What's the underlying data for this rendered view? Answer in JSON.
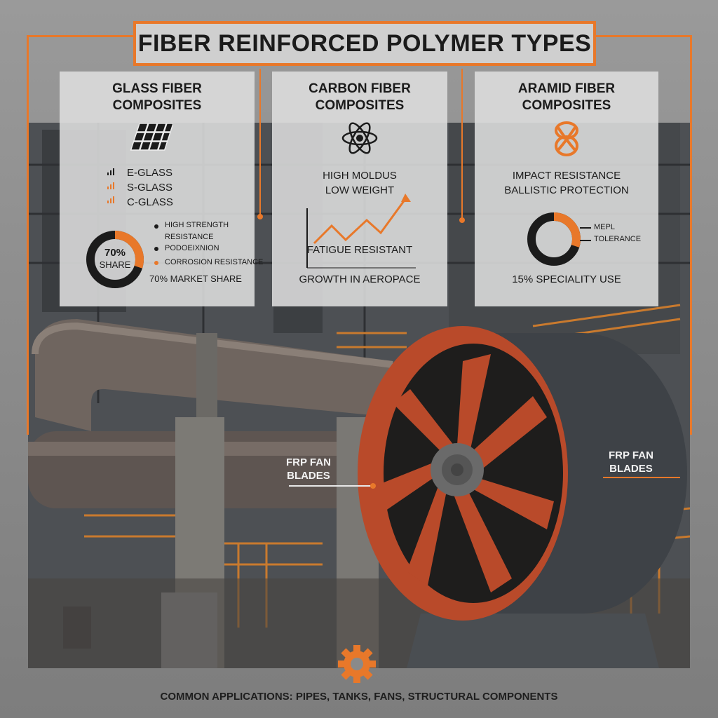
{
  "title": "FIBER REINFORCED POLYMER TYPES",
  "panels": {
    "glass": {
      "title_line1": "GLASS FIBER",
      "title_line2": "COMPOSITES",
      "types": [
        "E-GLASS",
        "S-GLASS",
        "C-GLASS"
      ],
      "donut_value": "70%",
      "donut_label": "SHARE",
      "donut_fraction": 0.7,
      "bullets": [
        "HIGH STRENGTH",
        "RESISTANCE",
        "PODOEIXNION",
        "CORROSION RESISTANCE"
      ],
      "footnote": "70% MARKET SHARE",
      "icon": "grid-mesh-icon"
    },
    "carbon": {
      "title_line1": "CARBON FIBER",
      "title_line2": "COMPOSITES",
      "line1": "HIGH MOLDUS",
      "line2": "LOW WEIGHT",
      "chart_caption": "FATIGUE RESISTANT",
      "footnote": "GROWTH IN AEROPACE",
      "icon": "atom-icon"
    },
    "aramid": {
      "title_line1": "ARAMID FIBER",
      "title_line2": "COMPOSITES",
      "line1": "IMPACT RESISTANCE",
      "line2": "BALLISTIC PROTECTION",
      "donut_label1": "MEPL",
      "donut_label2": "TOLERANCE",
      "donut_fraction": 0.15,
      "footnote": "15% SPECIALITY USE",
      "icon": "weave-knot-icon"
    }
  },
  "callouts": {
    "left": [
      "FRP FAN",
      "BLADES"
    ],
    "right": [
      "FRP FAN",
      "BLADES"
    ]
  },
  "footer": "COMMON APPLICATIONS: PIPES, TANKS, FANS, STRUCTURAL COMPONENTS",
  "colors": {
    "accent": "#e8782a",
    "fan_red": "#b94a2a",
    "dark": "#1b1b1b"
  }
}
